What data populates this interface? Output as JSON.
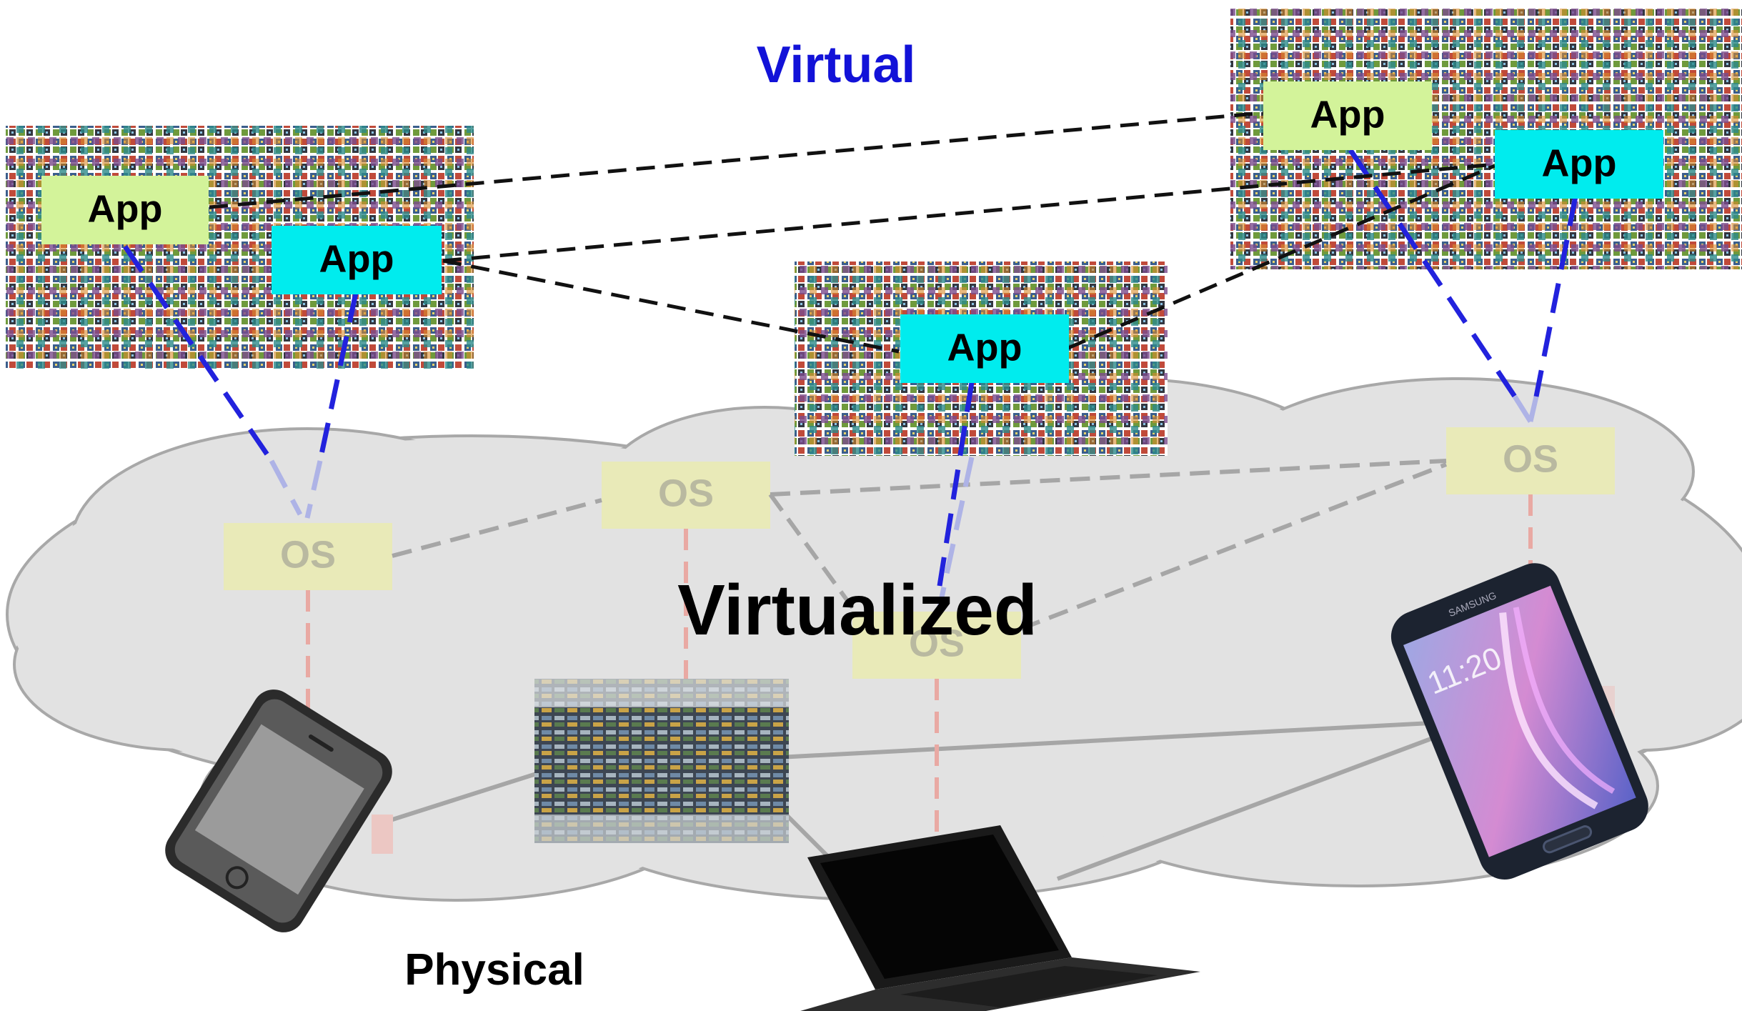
{
  "labels": {
    "virtual": "Virtual",
    "virtualized": "Virtualized",
    "physical": "Physical"
  },
  "apps": [
    {
      "id": "app-1",
      "label": "App",
      "style": "green"
    },
    {
      "id": "app-2",
      "label": "App",
      "style": "cyan"
    },
    {
      "id": "app-3",
      "label": "App",
      "style": "cyan"
    },
    {
      "id": "app-4",
      "label": "App",
      "style": "green"
    },
    {
      "id": "app-5",
      "label": "App",
      "style": "cyan"
    }
  ],
  "os_nodes": [
    {
      "id": "os-1",
      "label": "OS"
    },
    {
      "id": "os-2",
      "label": "OS"
    },
    {
      "id": "os-3",
      "label": "OS"
    },
    {
      "id": "os-4",
      "label": "OS"
    }
  ],
  "devices": [
    {
      "id": "device-iphone",
      "name": "smartphone-icon"
    },
    {
      "id": "device-datacenter",
      "name": "server-racks-image"
    },
    {
      "id": "device-laptop",
      "name": "laptop-icon"
    },
    {
      "id": "device-samsung",
      "name": "smartphone-icon"
    }
  ],
  "samsung": {
    "brand": "SAMSUNG",
    "time": "11:20"
  },
  "colors": {
    "virtual_text": "#1212d8",
    "app_green": "#d3f39a",
    "app_cyan": "#00ecee",
    "os_fill": "#e9eab8",
    "os_text": "#b9b9a0",
    "cloud": "#e2e2e2",
    "cloud_stroke": "#a8a8a8",
    "blue_dash": "#2222dd",
    "pink_dash": "#e9a9a3",
    "grey_dash": "#a6a6a6"
  }
}
